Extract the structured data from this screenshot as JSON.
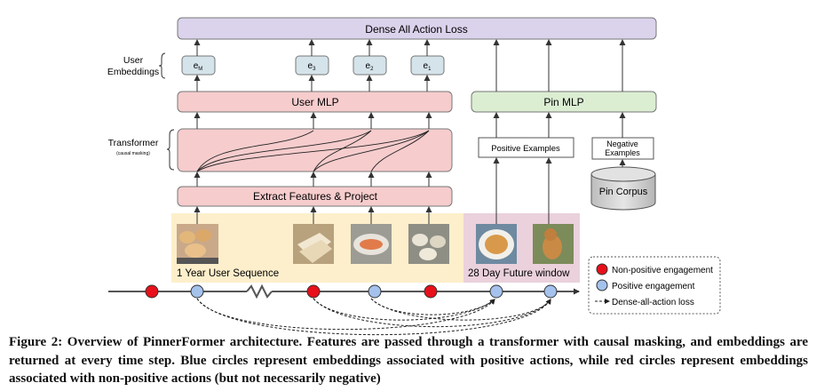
{
  "figure": {
    "top_loss": "Dense All Action Loss",
    "user_embeddings_label": [
      "User",
      "Embeddings"
    ],
    "embeddings": [
      {
        "main": "e",
        "sub": "M"
      },
      {
        "main": "e",
        "sub": "3"
      },
      {
        "main": "e",
        "sub": "2"
      },
      {
        "main": "e",
        "sub": "1"
      }
    ],
    "user_mlp": "User MLP",
    "pin_mlp": "Pin MLP",
    "transformer_label": "Transformer",
    "transformer_sublabel": "(causal masking)",
    "positive_examples": "Positive Examples",
    "negative_examples": [
      "Negative",
      "Examples"
    ],
    "pin_corpus": "Pin Corpus",
    "extract": "Extract Features & Project",
    "sequence_label": "1 Year User Sequence",
    "future_label": "28 Day Future window",
    "legend": {
      "nonpositive": "Non-positive engagement",
      "positive": "Positive engagement",
      "loss": "Dense-all-action loss"
    },
    "colors": {
      "loss_box": "#dbd3ec",
      "user_box": "#f6cccd",
      "pin_box": "#dbeed2",
      "emb_box": "#d5e3ea",
      "seq_bg": "#fdefcb",
      "future_bg": "#ead1dc",
      "red": "#e8101a",
      "blue": "#a4c2ec"
    },
    "images": [
      "bread-rolls-photo",
      "sandwich-bread-photo",
      "salmon-dish-photo",
      "dumplings-photo",
      "pasta-plate-photo",
      "dog-photo"
    ]
  },
  "caption": "Figure 2: Overview of PinnerFormer architecture. Features are passed through a transformer with causal masking, and embeddings are returned at every time step. Blue circles represent embeddings associated with positive actions, while red circles represent embeddings associated with non-positive actions (but not necessarily negative)"
}
